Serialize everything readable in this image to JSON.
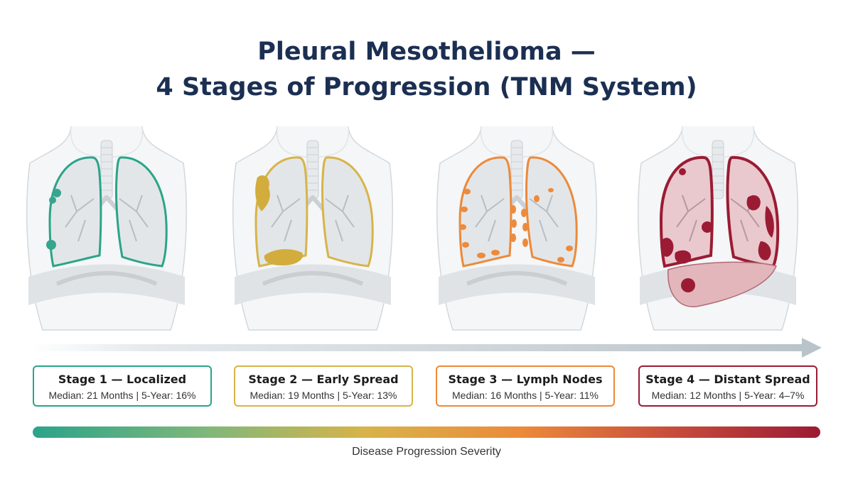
{
  "title": {
    "line1": "Pleural Mesothelioma —",
    "line2": "4 Stages of Progression (TNM System)"
  },
  "stages": [
    {
      "name": "Stage 1 — Localized",
      "stats": "Median: 21 Months | 5-Year: 16%",
      "color": "#2aa48a"
    },
    {
      "name": "Stage 2 — Early Spread",
      "stats": "Median: 19 Months | 5-Year: 13%",
      "color": "#d7b44a"
    },
    {
      "name": "Stage 3 — Lymph Nodes",
      "stats": "Median: 16 Months | 5-Year: 11%",
      "color": "#ec8a3a"
    },
    {
      "name": "Stage 4 — Distant Spread",
      "stats": "Median: 12 Months | 5-Year: 4–7%",
      "color": "#9b1b34"
    }
  ],
  "severity_label": "Disease Progression Severity",
  "colors": {
    "title": "#1b2f52",
    "arrow": "#c4cdd3",
    "gradient": [
      "#2aa48a",
      "#d7b44a",
      "#ec8a3a",
      "#9b1b34"
    ]
  }
}
